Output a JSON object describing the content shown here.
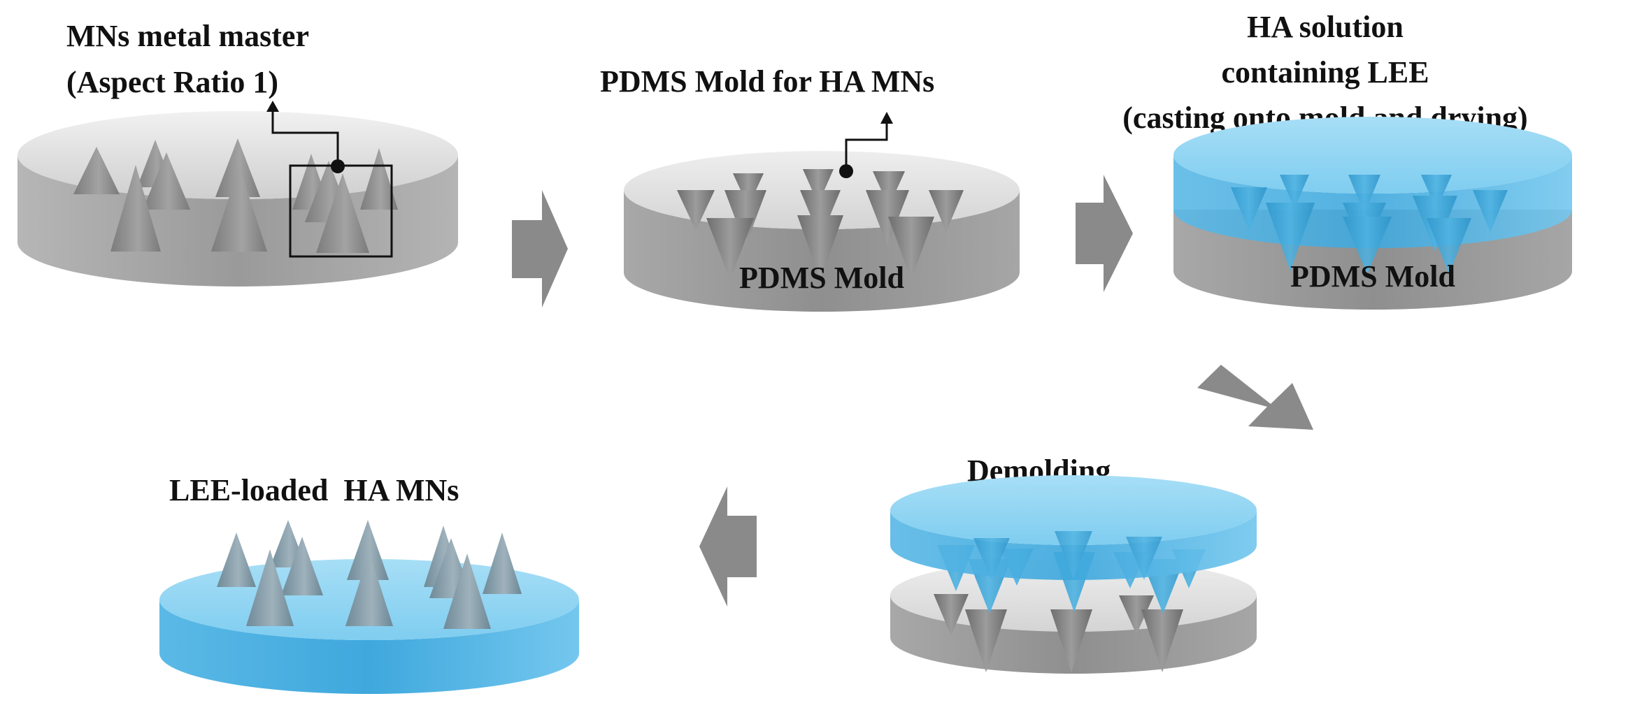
{
  "steps": {
    "master": {
      "title_line1": "MNs metal master",
      "title_line2": "(Aspect Ratio 1)"
    },
    "mold": {
      "title": "PDMS Mold for HA MNs",
      "base_label": "PDMS Mold"
    },
    "casting": {
      "title_line1": "HA solution",
      "title_line2": "containing LEE",
      "title_line3": "(casting onto mold and drying)",
      "base_label": "PDMS Mold"
    },
    "demolding": {
      "title": "Demolding"
    },
    "product": {
      "title": "LEE-loaded  HA MNs"
    }
  },
  "colors": {
    "metal_top": "#dcdcdc",
    "metal_side": "#a9a9a9",
    "pdms_side": "#9a9a9a",
    "ha_blue": "#6cc4ec",
    "ha_blue_dark": "#3aa7dd",
    "arrow": "#8a8a8a",
    "cone": "#8e8e8e"
  },
  "icons": {
    "arrow": "block-arrow-icon",
    "leader": "leader-line-icon"
  }
}
